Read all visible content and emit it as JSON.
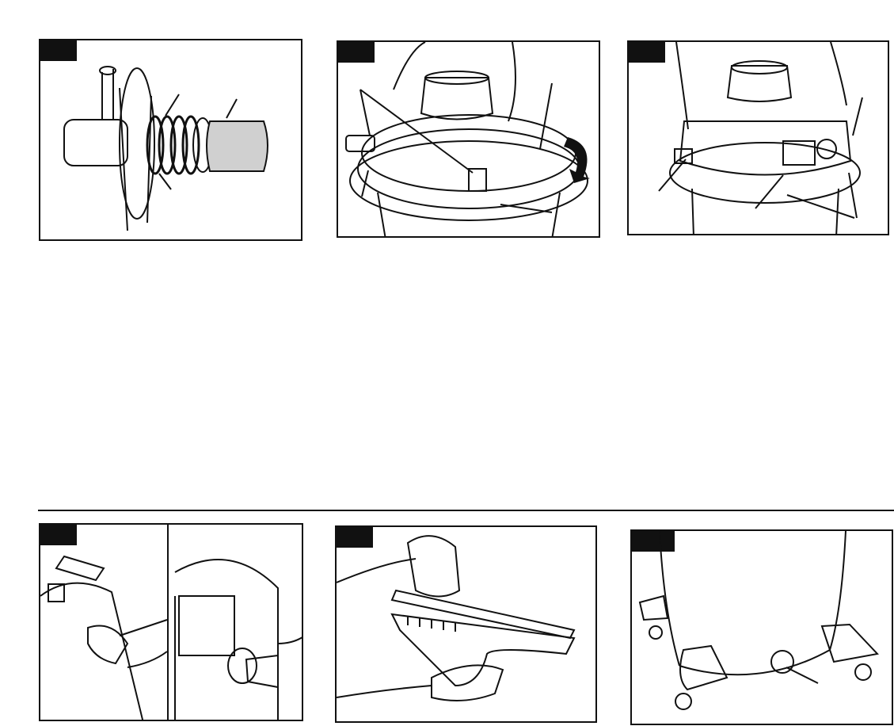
{
  "figure": {
    "panels": [
      {
        "id": "filter-panel",
        "tag_label": ""
      },
      {
        "id": "lid-rotate-panel",
        "tag_label": ""
      },
      {
        "id": "lid-latch-panel",
        "tag_label": ""
      },
      {
        "id": "hose-connect-panel",
        "tag_label": ""
      },
      {
        "id": "nozzle-insert-panel",
        "tag_label": ""
      },
      {
        "id": "caster-panel",
        "tag_label": ""
      }
    ]
  }
}
